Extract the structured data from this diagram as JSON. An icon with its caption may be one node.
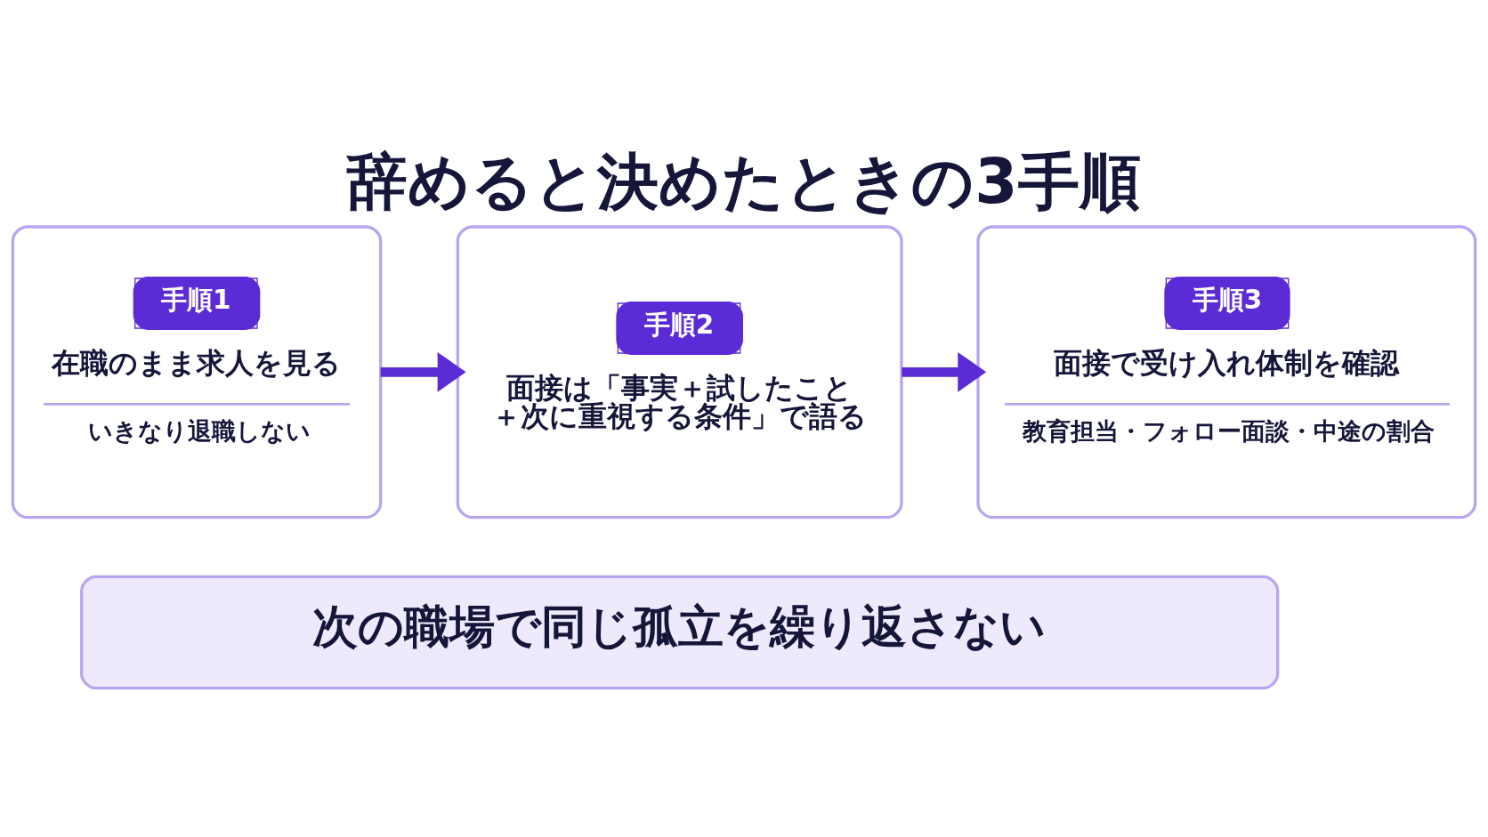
{
  "diagram": {
    "title": "辞めると決めたときの3手順",
    "nodes": [
      {
        "text": [
          "手順1",
          "在職のまま求人を見る",
          "いきなり退職しない"
        ]
      },
      {
        "text": [
          "手順2",
          "面接は「事実＋試したこと＋次に重視する条件」で語る"
        ]
      },
      {
        "text": [
          "手順3",
          "面接で受け入れ体制を確認",
          "教育担当・フォロー面談・中途の割合"
        ]
      },
      {
        "text": [
          "次の職場で同じ孤立を繰り返さない"
        ]
      }
    ],
    "edges": [
      {
        "from": 0,
        "to": 1,
        "arrow": "to"
      },
      {
        "from": 1,
        "to": 2,
        "arrow": "to"
      }
    ]
  }
}
